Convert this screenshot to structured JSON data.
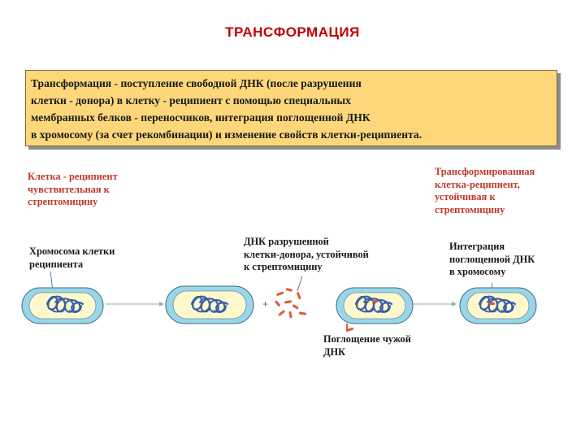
{
  "title": "ТРАНСФОРМАЦИЯ",
  "definition": "Трансформация - поступление свободной ДНК (после разрушения\nклетки - донора) в клетку - реципиент с помощью специальных\nмембранных белков - переносчиков, интеграция поглощенной ДНК\nв хромосому (за счет рекомбинации) и изменение свойств клетки-реципиента.",
  "labels": {
    "recipient_cell": "Клетка - реципиент\nчувствительная к\nстрептомицину",
    "transformed_cell": "Трансформированная\nклетка-реципиент,\nустойчивая к\nстрептомицину",
    "chromosome": "Хромосома клетки\nреципиента",
    "donor_dna": "ДНК разрушенной\nклетки-донора, устойчивой\nк стрептомицину",
    "integration": "Интеграция\nпоглощенной ДНК\nв хромосому",
    "uptake": "Поглощение чужой\nДНК"
  },
  "colors": {
    "title": "#c00000",
    "box_fill": "#fdd77a",
    "red_label": "#c0392b",
    "cell_outer": "#9ad6ea",
    "cell_inner": "#fff8cc",
    "dna_fragment": "#e05a3a",
    "chromosome": "#3a5fa8"
  }
}
